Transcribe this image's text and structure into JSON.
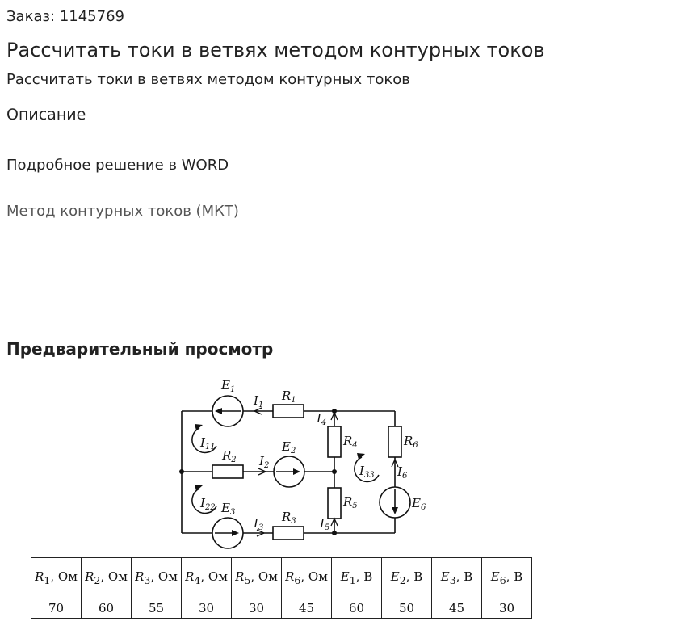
{
  "order": "Заказ: 1145769",
  "title": "Рассчитать токи в ветвях методом контурных токов",
  "subtitle": "Рассчитать токи в ветвях методом контурных токов",
  "description_heading": "Описание",
  "detail": "Подробное решение в WORD",
  "method_link": "Метод контурных токов (МКТ)",
  "preview_heading": "Предварительный просмотр",
  "circuit": {
    "E1": "E",
    "E1s": "1",
    "E2": "E",
    "E2s": "2",
    "E3": "E",
    "E3s": "3",
    "E6": "E",
    "E6s": "6",
    "R1": "R",
    "R1s": "1",
    "R2": "R",
    "R2s": "2",
    "R3": "R",
    "R3s": "3",
    "R4": "R",
    "R4s": "4",
    "R5": "R",
    "R5s": "5",
    "R6": "R",
    "R6s": "6",
    "I1": "I",
    "I1s": "1",
    "I2": "I",
    "I2s": "2",
    "I3": "I",
    "I3s": "3",
    "I4": "I",
    "I4s": "4",
    "I5": "I",
    "I5s": "5",
    "I6": "I",
    "I6s": "6",
    "I11": "I",
    "I11s": "11",
    "I22": "I",
    "I22s": "22",
    "I33": "I",
    "I33s": "33"
  },
  "table": {
    "headers": [
      {
        "sym": "R",
        "sub": "1",
        "unit": ", Ом"
      },
      {
        "sym": "R",
        "sub": "2",
        "unit": ", Ом"
      },
      {
        "sym": "R",
        "sub": "3",
        "unit": ", Ом"
      },
      {
        "sym": "R",
        "sub": "4",
        "unit": ", Ом"
      },
      {
        "sym": "R",
        "sub": "5",
        "unit": ", Ом"
      },
      {
        "sym": "R",
        "sub": "6",
        "unit": ", Ом"
      },
      {
        "sym": "E",
        "sub": "1",
        "unit": ", В"
      },
      {
        "sym": "E",
        "sub": "2",
        "unit": ", В"
      },
      {
        "sym": "E",
        "sub": "3",
        "unit": ", В"
      },
      {
        "sym": "E",
        "sub": "6",
        "unit": ", В"
      }
    ],
    "values": [
      "70",
      "60",
      "55",
      "30",
      "30",
      "45",
      "60",
      "50",
      "45",
      "30"
    ]
  }
}
